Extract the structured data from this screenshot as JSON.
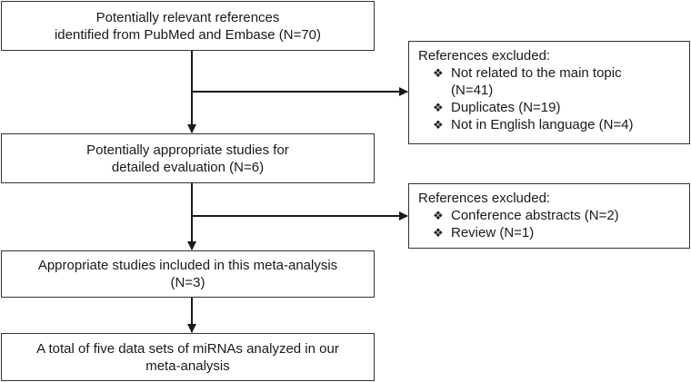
{
  "flow": {
    "steps": [
      {
        "lines": [
          "Potentially relevant references",
          "identified from PubMed and Embase (N=70)"
        ]
      },
      {
        "lines": [
          "Potentially appropriate studies for",
          "detailed evaluation (N=6)"
        ]
      },
      {
        "lines": [
          "Appropriate studies included in this meta-analysis",
          "(N=3)"
        ]
      },
      {
        "lines": [
          "A total of five data sets of miRNAs analyzed in our",
          "meta-analysis"
        ]
      }
    ],
    "exclusions": [
      {
        "heading": "References excluded:",
        "items": [
          {
            "lines": [
              "Not related to the main topic",
              "(N=41)"
            ]
          },
          {
            "lines": [
              "Duplicates (N=19)"
            ]
          },
          {
            "lines": [
              "Not in English language (N=4)"
            ]
          }
        ]
      },
      {
        "heading": "References excluded:",
        "items": [
          {
            "lines": [
              "Conference abstracts (N=2)"
            ]
          },
          {
            "lines": [
              "Review (N=1)"
            ]
          }
        ]
      }
    ],
    "bullet_glyph": "❖",
    "line_color": "#1a1a1a"
  }
}
